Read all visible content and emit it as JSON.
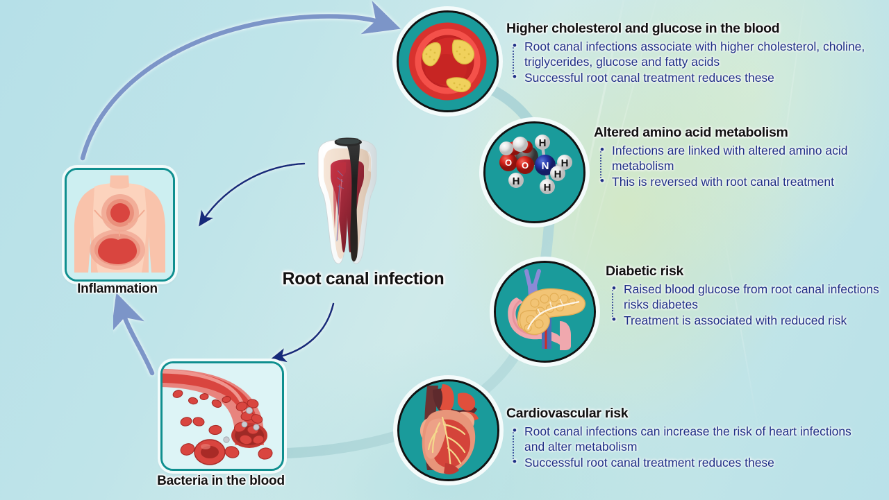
{
  "center": {
    "label": "Root canal infection",
    "icon": "molar-tooth-cross-section-icon"
  },
  "colors": {
    "node_fill": "#1a9b9b",
    "node_border": "#111111",
    "square_border": "#0f8f8f",
    "square_fill": "#cdeff1",
    "bullet_text": "#1f2f86",
    "heading_text": "#111111",
    "ring_arc": "#a9d3d6",
    "thick_arrow": "#7b95c8",
    "thin_arrow": "#13297a",
    "background_left": "#b6e0e8",
    "background_right": "#d6e8bc"
  },
  "left_nodes": [
    {
      "id": "inflammation",
      "label": "Inflammation",
      "icon": "inflamed-torso-icon"
    },
    {
      "id": "bacteria-in-the-blood",
      "label": "Bacteria in the blood",
      "icon": "blood-vessel-red-cells-icon"
    }
  ],
  "outcomes": [
    {
      "id": "cholesterol-glucose",
      "icon": "artery-cholesterol-plaque-icon",
      "title": "Higher cholesterol and glucose in the blood",
      "bullets": [
        "Root canal infections associate with higher cholesterol, choline, triglycerides, glucose and fatty acids",
        "Successful root canal treatment reduces these"
      ]
    },
    {
      "id": "amino-acid-metabolism",
      "icon": "amino-acid-molecule-icon",
      "title": "Altered amino acid metabolism",
      "bullets": [
        "Infections are linked with altered amino acid metabolism",
        "This is reversed with root canal treatment"
      ]
    },
    {
      "id": "diabetic-risk",
      "icon": "pancreas-icon",
      "title": "Diabetic risk",
      "bullets": [
        "Raised blood glucose from root canal infections risks diabetes",
        "Treatment is associated with reduced risk"
      ]
    },
    {
      "id": "cardiovascular-risk",
      "icon": "anatomical-heart-icon",
      "title": "Cardiovascular risk",
      "bullets": [
        "Root canal infections can increase the risk of heart infections and alter metabolism",
        "Successful root canal treatment reduces these"
      ]
    }
  ],
  "molecule_atom_labels": [
    "H",
    "H",
    "H",
    "H",
    "N",
    "O",
    "O"
  ]
}
